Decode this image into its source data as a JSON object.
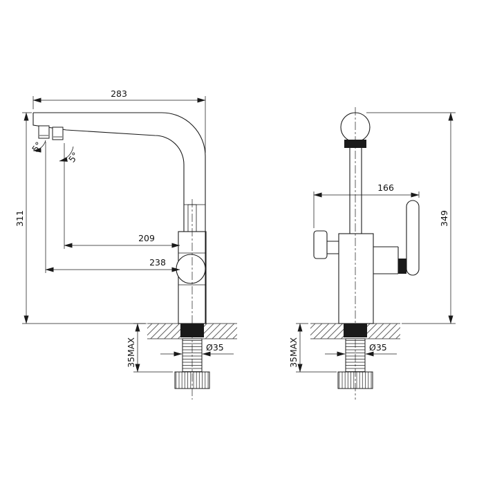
{
  "drawing": {
    "ink_color": "#1a1a1a",
    "background_color": "#ffffff",
    "side_view": {
      "dims": {
        "spout_reach": "283",
        "overall_height": "311",
        "reach_to_inner_outlet": "209",
        "reach_to_outer_outlet": "238",
        "outlet_angle_a": "5°",
        "outlet_angle_b": "5°",
        "shank_diameter": "Ø35",
        "deck_thickness_max": "35MAX"
      }
    },
    "front_view": {
      "dims": {
        "handle_span": "166",
        "overall_height": "349",
        "shank_diameter": "Ø35",
        "deck_thickness_max": "35MAX"
      }
    }
  }
}
